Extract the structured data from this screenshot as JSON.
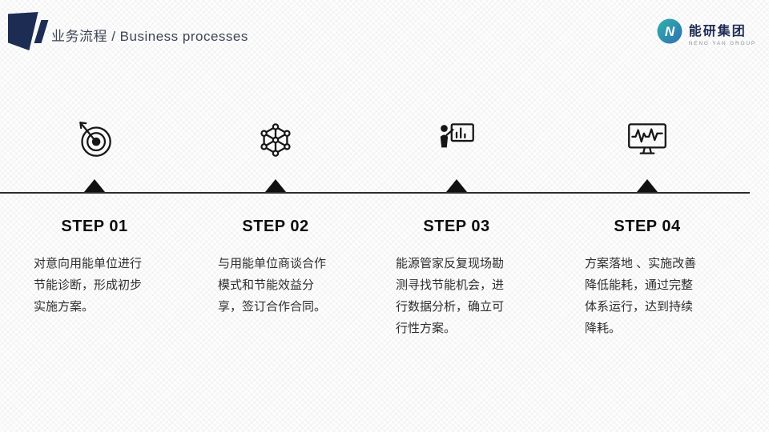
{
  "header": {
    "title": "业务流程 / Business processes",
    "logo": {
      "name": "能研集团",
      "subtitle": "NENG YAN GROUP"
    }
  },
  "colors": {
    "accent_navy": "#1d2c52",
    "logo_teal": "#2fb3ab",
    "logo_blue": "#2f6fb3",
    "timeline_black": "#101010",
    "body_text": "#2e2e2e"
  },
  "steps": [
    {
      "label": "STEP 01",
      "icon": "target-icon",
      "desc": "对意向用能单位进行节能诊断，形成初步实施方案。"
    },
    {
      "label": "STEP 02",
      "icon": "network-cube-icon",
      "desc": "与用能单位商谈合作模式和节能效益分享，签订合作合同。"
    },
    {
      "label": "STEP 03",
      "icon": "presentation-icon",
      "desc": "能源管家反复现场勘测寻找节能机会，进行数据分析，确立可行性方案。"
    },
    {
      "label": "STEP 04",
      "icon": "monitor-waveform-icon",
      "desc": "方案落地 、实施改善\n降低能耗，通过完整体系运行，达到持续降耗。"
    }
  ]
}
